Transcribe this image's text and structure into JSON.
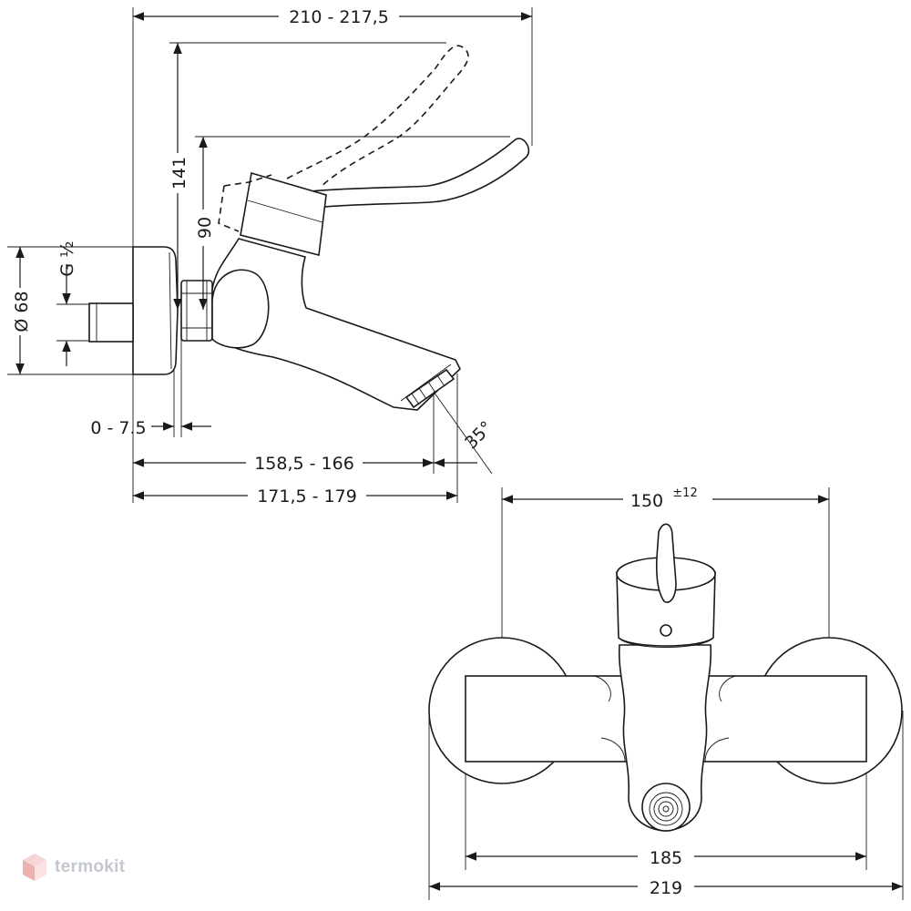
{
  "side_view": {
    "dim_overall_depth": "210 - 217,5",
    "dim_height_raised": "141",
    "dim_height_lever": "90",
    "dim_thread": "G ½",
    "dim_rosette_diameter": "Ø 68",
    "dim_wall_gap": "0 - 7.5",
    "dim_spout_reach": "158,5 - 166",
    "dim_spout_reach_total": "171,5 - 179",
    "dim_spout_angle": "35°"
  },
  "front_view": {
    "dim_center_distance": "150",
    "dim_center_tolerance": "±12",
    "dim_body_width": "185",
    "dim_total_width": "219"
  },
  "watermark": {
    "brand": "termokit",
    "colors": {
      "cube_top": "#e9a3a8",
      "cube_left": "#d9534f",
      "cube_right": "#f2c1c4"
    }
  }
}
